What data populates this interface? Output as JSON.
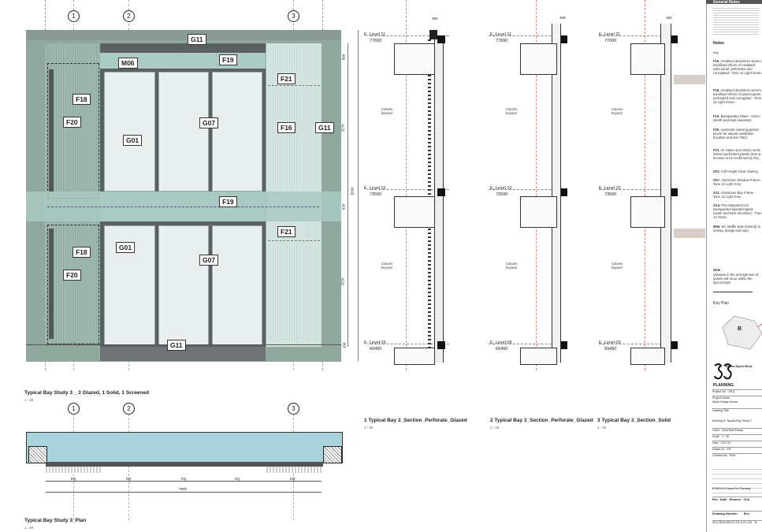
{
  "elevation": {
    "title": "Typical Bay Study 3 _ 3 Glazed, 1 Solid, 1 Screened",
    "scale": "1 : 25",
    "grid_labels": [
      "1",
      "2",
      "3"
    ],
    "tags": {
      "g11_top": "G11",
      "m06": "M06",
      "f19_top": "F19",
      "f21_top": "F21",
      "f18_top": "F18",
      "f20_top": "F20",
      "g07_top": "G07",
      "g01_top": "G01",
      "f16": "F16",
      "g11_right": "G11",
      "f19_mid": "F19",
      "f21_mid": "F21",
      "f18_bot": "F18",
      "g01_bot": "G01",
      "f20_bot": "F20",
      "g07_bot": "G07",
      "g11_bot": "G11"
    },
    "dims": [
      "680",
      "3270",
      "830",
      "3270",
      "100",
      "8200"
    ]
  },
  "plan": {
    "title": "Typical Bay Study 3_Plan",
    "scale": "1 : 25",
    "grid_labels": [
      "1",
      "2",
      "3"
    ],
    "dims": [
      "EQ",
      "EQ",
      "EQ",
      "EQ",
      "EQ"
    ],
    "overall": "7500"
  },
  "sections": [
    {
      "title": "1 Typical Bay 3_Section_Perforate_Glazed",
      "scale": "1 : 25",
      "dim_top": "450",
      "levels": [
        {
          "name": "E_Level 11",
          "value": "77690"
        },
        {
          "name": "E_Level 10",
          "value": "73590"
        },
        {
          "name": "E_Level 09",
          "value": "69490"
        }
      ],
      "column_note": "Column\nbeyond"
    },
    {
      "title": "2 Typical Bay 3_Section_Perforate_Glazed",
      "scale": "1 : 25",
      "dim_top": "450",
      "levels": [
        {
          "name": "E_Level 11",
          "value": "77690"
        },
        {
          "name": "E_Level 10",
          "value": "73590"
        },
        {
          "name": "E_Level 09",
          "value": "69490"
        }
      ],
      "column_note": "Column\nbeyond"
    },
    {
      "title": "3 Typical Bay 3_Section_Solid",
      "scale": "1 : 25",
      "dim_top": "450",
      "levels": [
        {
          "name": "E_Level 11",
          "value": "77690"
        },
        {
          "name": "E_Level 10",
          "value": "73590"
        },
        {
          "name": "E_Level 09",
          "value": "69490"
        }
      ],
      "column_note": "Column\nbeyond"
    }
  ],
  "titleblock": {
    "general_notes": "General Notes",
    "notes_heading": "Notes",
    "key": "Key",
    "notes": [
      {
        "code": "F16.",
        "text": "Anodised aluminium screen, backfixed infront of insulated solid panel, perforated and corrugated - Tone 12 Light Green"
      },
      {
        "code": "F18.",
        "text": "Anodised aluminium screen, backfixed infront of glazed panel, perforated and corrugated - Tone 12 Light Green"
      },
      {
        "code": "F19.",
        "text": "Backpainted Glass - Green (North and East elevation)"
      },
      {
        "code": "F20.",
        "text": "Automatic opening glazed louvre for natural ventilation (location and size TBC)"
      },
      {
        "code": "F21.",
        "text": "Air intake and extract vents behind perforated panels (size & location to be confirmed by ML)"
      },
      {
        "code": "G01.",
        "text": "Full Height Clear Glazing"
      },
      {
        "code": "G07.",
        "text": "Aluminium Window Frame - Tone 12 Light Grey"
      },
      {
        "code": "G11.",
        "text": "Aluminium Bay Frame - Tone 12 Light Grey"
      },
      {
        "code": "G14.",
        "text": "Pvs integrated into backpainted spandrel glass (south and west elevation) - Tone 12 Green"
      },
      {
        "code": "M06.",
        "text": "RC Waffle Slab (behind) to St Eng. design and spec"
      }
    ],
    "note_label": "Note",
    "note_text": "Variation in the arrangement of panels will occur within the typical bays.",
    "key_plan": "Key Plan",
    "key_letter": "B",
    "studio_short": "Studio Egret West",
    "status": "PLANNING",
    "fields": [
      {
        "label": "Project No.",
        "value": "SEQ"
      },
      {
        "label": "Project Name",
        "value": ""
      },
      {
        "label": "",
        "value": "Albert Bridge House"
      },
      {
        "label": "Drawing Title",
        "value": ""
      },
      {
        "label": "",
        "value": "Building B: Typical Bay Study 3"
      },
      {
        "label": "Client",
        "value": "Deal Real Estate"
      },
      {
        "label": "Scale",
        "value": "1 : 25"
      },
      {
        "label": "Date",
        "value": "2017/12"
      },
      {
        "label": "Drawn by",
        "value": "DR"
      },
      {
        "label": "Checked by",
        "value": "BJW"
      }
    ],
    "revision_entry": {
      "rev": "B",
      "date": "08/12/12",
      "reason": "Issue For Planning"
    },
    "revision_header": {
      "rev": "Rev",
      "date": "Date",
      "reason": "Reason",
      "chk": "Chk"
    },
    "drawing_number_label": "Drawing Number",
    "rev_label": "Rev",
    "drawing_number": "SEQ-SEW-BB-02-SR-A-PL-201",
    "drawing_rev": "B"
  }
}
